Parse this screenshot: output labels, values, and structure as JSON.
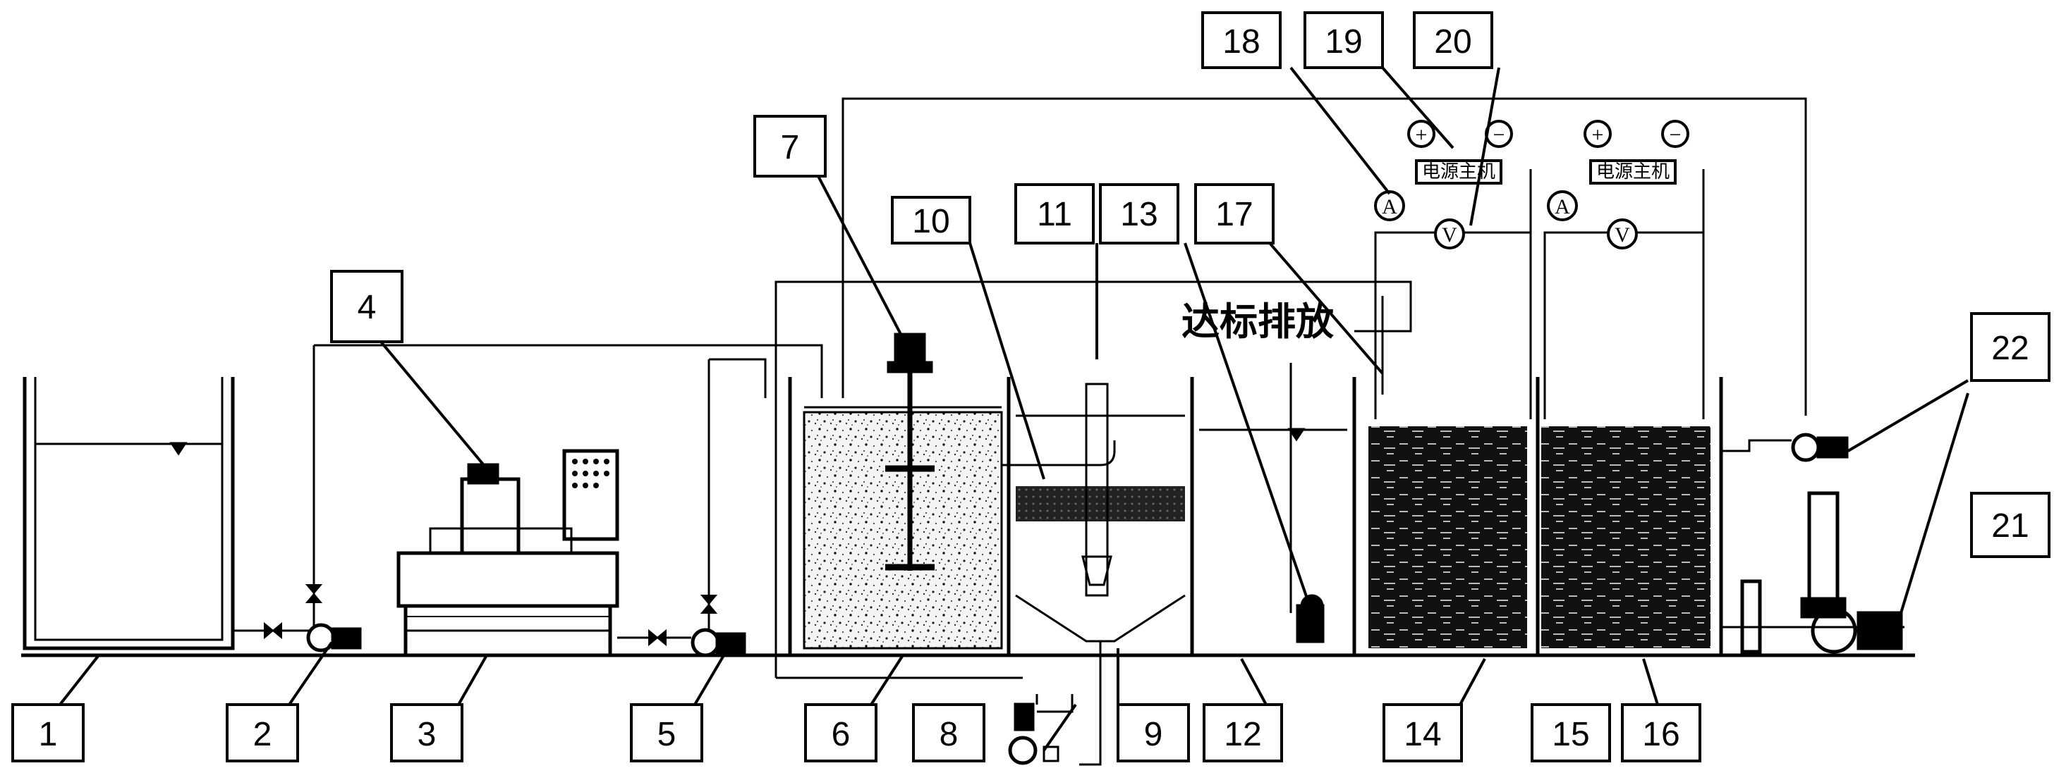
{
  "labels": {
    "n1": "1",
    "n2": "2",
    "n3": "3",
    "n4": "4",
    "n5": "5",
    "n6": "6",
    "n7": "7",
    "n8": "8",
    "n9": "9",
    "n10": "10",
    "n11": "11",
    "n12": "12",
    "n13": "13",
    "n14": "14",
    "n15": "15",
    "n16": "16",
    "n17": "17",
    "n18": "18",
    "n19": "19",
    "n20": "20",
    "n21": "21",
    "n22": "22"
  },
  "annotation": {
    "discharge": "达标排放"
  },
  "power_units": [
    {
      "title": "电源主机",
      "plus": "+",
      "minus": "−",
      "ammeter": "A",
      "voltmeter": "V"
    },
    {
      "title": "电源主机",
      "plus": "+",
      "minus": "−",
      "ammeter": "A",
      "voltmeter": "V"
    }
  ]
}
